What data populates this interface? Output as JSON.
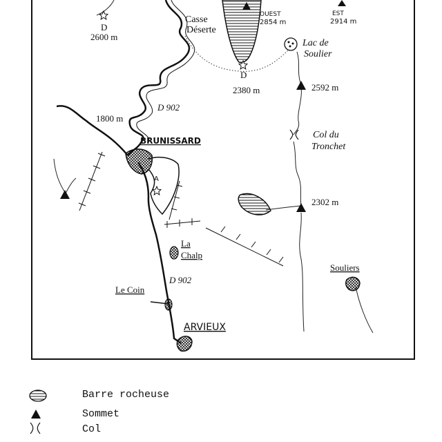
{
  "places": {
    "casse_deserte_line1": "Casse",
    "casse_deserte_line2": "Déserte",
    "lac_line1": "Lac de",
    "lac_line2": "Soulier",
    "brunissard": "BRUNISSARD",
    "col_line1": "Col du",
    "col_line2": "Tronchet",
    "la_chalp_line1": "La",
    "la_chalp_line2": "Chalp",
    "le_coin": "Le Coin",
    "arvieux": "ARVIEUX",
    "souliers": "Souliers",
    "ouest": "OUEST",
    "est": "EST"
  },
  "roads": {
    "d902_upper": "D 902",
    "d902_lower": "D 902"
  },
  "elevations": {
    "d_left": "2600 m",
    "ouest": "2854 m",
    "est": "2914 m",
    "d_mid": "2380 m",
    "summit_2592": "2592 m",
    "road_1800": "1800 m",
    "summit_2302": "2302 m"
  },
  "point_labels": {
    "d_left": "D",
    "d_mid": "D",
    "a": "A"
  },
  "legend": {
    "items": [
      {
        "icon": "rock-bar-icon",
        "label": "Barre rocheuse"
      },
      {
        "icon": "summit-triangle-icon",
        "label": "Sommet"
      },
      {
        "icon": "col-pass-icon",
        "label": "Col"
      }
    ]
  }
}
